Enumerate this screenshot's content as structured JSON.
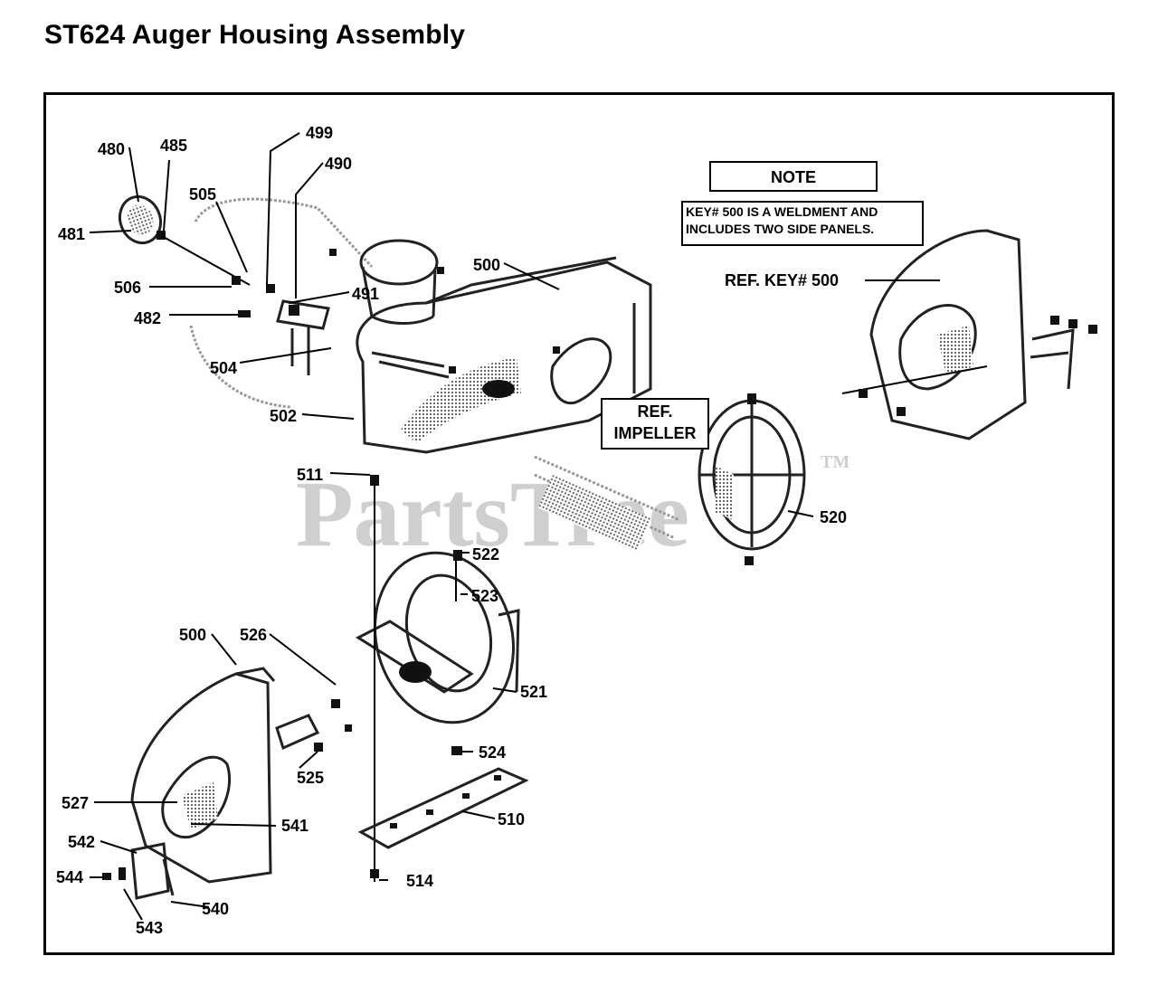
{
  "title": "ST624 Auger Housing Assembly",
  "note": {
    "heading": "NOTE",
    "line1": "KEY# 500 IS A WELDMENT AND",
    "line2": "INCLUDES TWO SIDE PANELS."
  },
  "ref_key": "REF.  KEY# 500",
  "ref_impeller": {
    "line1": "REF.",
    "line2": "IMPELLER"
  },
  "watermark": {
    "text": "PartsTree",
    "mark": "TM"
  },
  "callouts": {
    "p480": "480",
    "p485": "485",
    "p481": "481",
    "p505": "505",
    "p499": "499",
    "p490": "490",
    "p506": "506",
    "p491": "491",
    "p482": "482",
    "p504": "504",
    "p500a": "500",
    "p502": "502",
    "p511": "511",
    "p520": "520",
    "p522": "522",
    "p523": "523",
    "p500b": "500",
    "p526": "526",
    "p521": "521",
    "p524": "524",
    "p525": "525",
    "p527": "527",
    "p541": "541",
    "p510": "510",
    "p542": "542",
    "p544": "544",
    "p540": "540",
    "p543": "543",
    "p514": "514"
  }
}
